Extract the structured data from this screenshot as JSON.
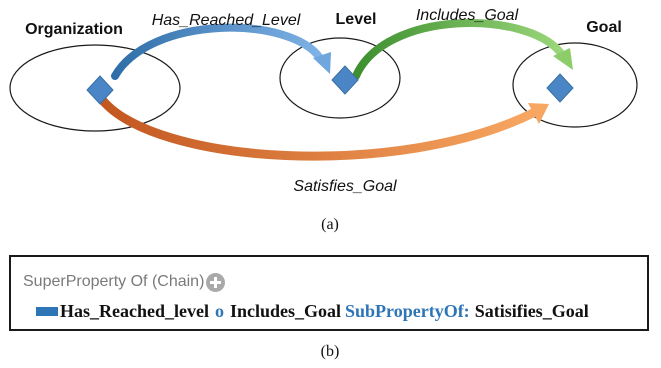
{
  "diagram": {
    "nodes": [
      {
        "id": "organization",
        "label": "Organization"
      },
      {
        "id": "level",
        "label": "Level"
      },
      {
        "id": "goal",
        "label": "Goal"
      }
    ],
    "edges": [
      {
        "label": "Has_Reached_Level",
        "from": "organization",
        "to": "level",
        "color": "#4a86c5"
      },
      {
        "label": "Includes_Goal",
        "from": "level",
        "to": "goal",
        "color": "#5fb246"
      },
      {
        "label": "Satisfies_Goal",
        "from": "organization",
        "to": "goal",
        "color": "#e07a35"
      }
    ],
    "node_color": "#4a86c5",
    "caption": "(a)"
  },
  "panel_b": {
    "header": "SuperProperty Of (Chain)",
    "chain_first": "Has_Reached_level",
    "operator": "o",
    "chain_second": "Includes_Goal",
    "subproperty_label": "SubPropertyOf:",
    "chain_result": "Satisifies_Goal",
    "accent_color": "#2e75b6",
    "caption": "(b)"
  }
}
